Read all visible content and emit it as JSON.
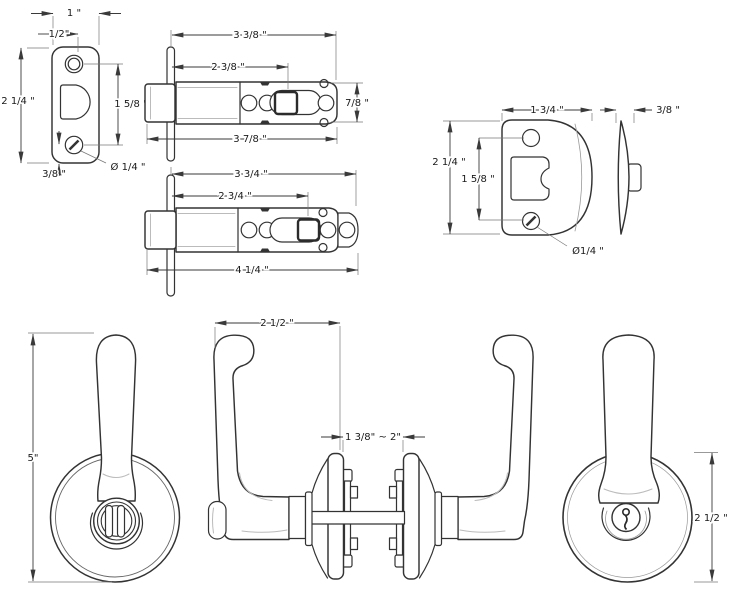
{
  "drawing": {
    "background": "#ffffff",
    "line_color": "#333333",
    "accent_color": "#bbbbbb",
    "text_color": "#1a1a1a",
    "kind": "door lever lockset dimensional drawing"
  },
  "views": {
    "latch_plate": {
      "label": "latch faceplate front view",
      "dims": {
        "width": "1 \"",
        "screw_offset": "1/2\"",
        "height": "2 1/4 \"",
        "screw_spacing": "1 5/8 \"",
        "screw_dia": "Ø 1/4 \"",
        "edge_offset": "3/8 \""
      }
    },
    "latch_short": {
      "label": "tubular latch side view (2 3/8 in backset)",
      "dims": {
        "overall": "3 3/8 \"",
        "backset": "2 3/8 \"",
        "total": "3 7/8 \"",
        "dia": "7/8 \""
      }
    },
    "latch_long": {
      "label": "tubular latch side view (2 3/4 in backset)",
      "dims": {
        "overall": "3 3/4 \"",
        "backset": "2 3/4 \"",
        "total": "4 1/4 \""
      }
    },
    "strike_plate": {
      "label": "strike plate front and side view",
      "dims": {
        "width": "1 3/4 \"",
        "height": "2 1/4 \"",
        "screw_spacing": "1 5/8 \"",
        "screw_dia": "Ø1/4 \"",
        "thickness": "3/8 \""
      }
    },
    "lever_interior": {
      "label": "interior lever front view with turn button",
      "dims": {
        "overall_length": "5\""
      }
    },
    "lever_side": {
      "label": "lever set side view through door",
      "dims": {
        "projection": "2 1/2 \"",
        "door_range": "1 3/8\" ~ 2\""
      }
    },
    "lever_exterior": {
      "label": "exterior lever front view with key cylinder",
      "dims": {
        "rose_dia": "2 1/2 \""
      }
    }
  }
}
